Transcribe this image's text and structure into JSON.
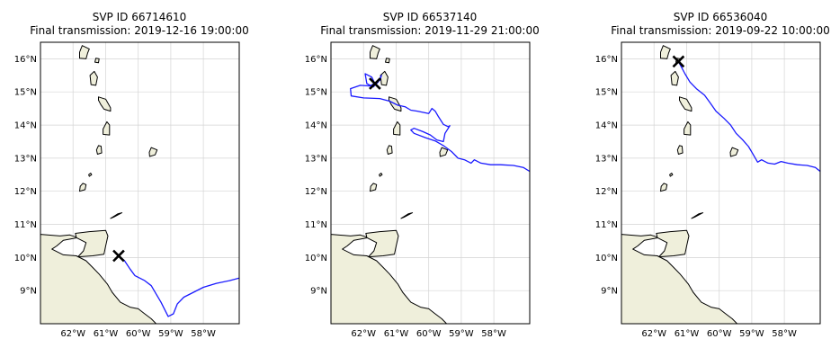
{
  "lon_range": [
    -63.0,
    -56.9
  ],
  "lat_range": [
    8.0,
    16.5
  ],
  "x_ticks": [
    {
      "lon": -62,
      "label": "62°W"
    },
    {
      "lon": -61,
      "label": "61°W"
    },
    {
      "lon": -60,
      "label": "60°W"
    },
    {
      "lon": -59,
      "label": "59°W"
    },
    {
      "lon": -58,
      "label": "58°W"
    }
  ],
  "y_ticks": [
    {
      "lat": 9,
      "label": "9°N"
    },
    {
      "lat": 10,
      "label": "10°N"
    },
    {
      "lat": 11,
      "label": "11°N"
    },
    {
      "lat": 12,
      "label": "12°N"
    },
    {
      "lat": 13,
      "label": "13°N"
    },
    {
      "lat": 14,
      "label": "14°N"
    },
    {
      "lat": 15,
      "label": "15°N"
    },
    {
      "lat": 16,
      "label": "16°N"
    }
  ],
  "colors": {
    "land": "#efefdb",
    "track": "#1a1aff",
    "grid": "#d4d4d4"
  },
  "land": [
    {
      "name": "south-america",
      "coords": [
        [
          -63.0,
          10.7
        ],
        [
          -62.4,
          10.65
        ],
        [
          -62.1,
          10.68
        ],
        [
          -61.85,
          10.6
        ],
        [
          -62.3,
          10.52
        ],
        [
          -62.5,
          10.35
        ],
        [
          -62.65,
          10.25
        ],
        [
          -62.3,
          10.08
        ],
        [
          -61.9,
          10.05
        ],
        [
          -61.6,
          9.9
        ],
        [
          -61.4,
          9.7
        ],
        [
          -61.2,
          9.5
        ],
        [
          -60.95,
          9.2
        ],
        [
          -60.8,
          8.95
        ],
        [
          -60.55,
          8.65
        ],
        [
          -60.25,
          8.5
        ],
        [
          -60.0,
          8.45
        ],
        [
          -59.8,
          8.3
        ],
        [
          -59.6,
          8.15
        ],
        [
          -59.45,
          8.0
        ],
        [
          -63.0,
          8.0
        ]
      ]
    },
    {
      "name": "trinidad",
      "coords": [
        [
          -61.93,
          10.73
        ],
        [
          -61.5,
          10.78
        ],
        [
          -61.0,
          10.82
        ],
        [
          -60.93,
          10.65
        ],
        [
          -61.0,
          10.35
        ],
        [
          -61.05,
          10.1
        ],
        [
          -61.4,
          10.05
        ],
        [
          -61.85,
          10.02
        ],
        [
          -61.68,
          10.2
        ],
        [
          -61.6,
          10.45
        ],
        [
          -61.9,
          10.6
        ]
      ]
    },
    {
      "name": "tobago",
      "coords": [
        [
          -60.85,
          11.18
        ],
        [
          -60.62,
          11.32
        ],
        [
          -60.5,
          11.35
        ],
        [
          -60.75,
          11.22
        ]
      ]
    },
    {
      "name": "grenada",
      "coords": [
        [
          -61.8,
          12.0
        ],
        [
          -61.63,
          12.05
        ],
        [
          -61.6,
          12.2
        ],
        [
          -61.7,
          12.24
        ],
        [
          -61.78,
          12.15
        ]
      ]
    },
    {
      "name": "carriacou",
      "coords": [
        [
          -61.5,
          12.45
        ],
        [
          -61.43,
          12.5
        ],
        [
          -61.46,
          12.55
        ],
        [
          -61.52,
          12.5
        ]
      ]
    },
    {
      "name": "saint-vincent",
      "coords": [
        [
          -61.25,
          13.12
        ],
        [
          -61.12,
          13.16
        ],
        [
          -61.14,
          13.36
        ],
        [
          -61.22,
          13.38
        ],
        [
          -61.28,
          13.25
        ]
      ]
    },
    {
      "name": "saint-lucia",
      "coords": [
        [
          -61.08,
          13.72
        ],
        [
          -60.88,
          13.7
        ],
        [
          -60.88,
          14.0
        ],
        [
          -60.96,
          14.1
        ],
        [
          -61.08,
          13.88
        ]
      ]
    },
    {
      "name": "martinique",
      "coords": [
        [
          -61.22,
          14.85
        ],
        [
          -61.0,
          14.78
        ],
        [
          -60.85,
          14.52
        ],
        [
          -60.85,
          14.42
        ],
        [
          -61.05,
          14.48
        ],
        [
          -61.15,
          14.62
        ],
        [
          -61.22,
          14.75
        ]
      ]
    },
    {
      "name": "dominica",
      "coords": [
        [
          -61.45,
          15.22
        ],
        [
          -61.3,
          15.2
        ],
        [
          -61.25,
          15.45
        ],
        [
          -61.35,
          15.62
        ],
        [
          -61.48,
          15.5
        ]
      ]
    },
    {
      "name": "marie-galante",
      "coords": [
        [
          -61.33,
          15.9
        ],
        [
          -61.22,
          15.88
        ],
        [
          -61.2,
          16.0
        ],
        [
          -61.3,
          16.02
        ]
      ]
    },
    {
      "name": "guadeloupe",
      "coords": [
        [
          -61.8,
          16.02
        ],
        [
          -61.6,
          16.0
        ],
        [
          -61.55,
          16.18
        ],
        [
          -61.5,
          16.3
        ],
        [
          -61.72,
          16.4
        ],
        [
          -61.8,
          16.2
        ]
      ]
    },
    {
      "name": "barbados",
      "coords": [
        [
          -59.65,
          13.05
        ],
        [
          -59.48,
          13.1
        ],
        [
          -59.42,
          13.25
        ],
        [
          -59.6,
          13.32
        ],
        [
          -59.66,
          13.18
        ]
      ]
    }
  ],
  "panels": [
    {
      "title_line1": "SVP ID 66714610",
      "title_line2": "Final transmission: 2019-12-16 19:00:00",
      "final_position": {
        "lon": -60.6,
        "lat": 10.05
      },
      "track": [
        [
          -60.6,
          10.05
        ],
        [
          -60.42,
          9.9
        ],
        [
          -60.25,
          9.65
        ],
        [
          -60.1,
          9.45
        ],
        [
          -59.8,
          9.3
        ],
        [
          -59.6,
          9.15
        ],
        [
          -59.45,
          8.9
        ],
        [
          -59.3,
          8.65
        ],
        [
          -59.2,
          8.45
        ],
        [
          -59.08,
          8.22
        ],
        [
          -58.92,
          8.3
        ],
        [
          -58.8,
          8.6
        ],
        [
          -58.6,
          8.8
        ],
        [
          -58.3,
          8.95
        ],
        [
          -58.0,
          9.1
        ],
        [
          -57.6,
          9.22
        ],
        [
          -57.2,
          9.3
        ],
        [
          -56.9,
          9.38
        ]
      ]
    },
    {
      "title_line1": "SVP ID 66537140",
      "title_line2": "Final transmission: 2019-11-29 21:00:00",
      "final_position": {
        "lon": -61.65,
        "lat": 15.25
      },
      "track": [
        [
          -61.65,
          15.25
        ],
        [
          -61.75,
          15.45
        ],
        [
          -61.95,
          15.55
        ],
        [
          -61.9,
          15.25
        ],
        [
          -61.7,
          15.15
        ],
        [
          -61.55,
          15.3
        ],
        [
          -61.45,
          15.5
        ],
        [
          -61.5,
          15.35
        ],
        [
          -61.8,
          15.18
        ],
        [
          -62.1,
          15.2
        ],
        [
          -62.4,
          15.1
        ],
        [
          -62.38,
          14.88
        ],
        [
          -62.0,
          14.82
        ],
        [
          -61.5,
          14.8
        ],
        [
          -61.2,
          14.72
        ],
        [
          -60.95,
          14.6
        ],
        [
          -60.72,
          14.55
        ],
        [
          -60.55,
          14.45
        ],
        [
          -60.35,
          14.42
        ],
        [
          -60.0,
          14.35
        ],
        [
          -59.9,
          14.5
        ],
        [
          -59.8,
          14.42
        ],
        [
          -59.7,
          14.25
        ],
        [
          -59.55,
          14.02
        ],
        [
          -59.4,
          13.95
        ],
        [
          -59.35,
          13.98
        ],
        [
          -59.5,
          13.75
        ],
        [
          -59.55,
          13.5
        ],
        [
          -59.75,
          13.55
        ],
        [
          -59.95,
          13.7
        ],
        [
          -60.18,
          13.8
        ],
        [
          -60.45,
          13.9
        ],
        [
          -60.55,
          13.85
        ],
        [
          -60.45,
          13.75
        ],
        [
          -60.1,
          13.62
        ],
        [
          -59.8,
          13.52
        ],
        [
          -59.55,
          13.38
        ],
        [
          -59.3,
          13.2
        ],
        [
          -59.1,
          13.0
        ],
        [
          -58.9,
          12.95
        ],
        [
          -58.7,
          12.85
        ],
        [
          -58.6,
          12.95
        ],
        [
          -58.4,
          12.85
        ],
        [
          -58.1,
          12.8
        ],
        [
          -57.8,
          12.8
        ],
        [
          -57.4,
          12.78
        ],
        [
          -57.1,
          12.72
        ],
        [
          -56.9,
          12.6
        ]
      ]
    },
    {
      "title_line1": "SVP ID 66536040",
      "title_line2": "Final transmission: 2019-09-22 10:00:00",
      "final_position": {
        "lon": -61.25,
        "lat": 15.92
      },
      "track": [
        [
          -61.25,
          15.92
        ],
        [
          -61.05,
          15.55
        ],
        [
          -60.9,
          15.3
        ],
        [
          -60.7,
          15.1
        ],
        [
          -60.45,
          14.9
        ],
        [
          -60.3,
          14.7
        ],
        [
          -60.1,
          14.42
        ],
        [
          -59.85,
          14.2
        ],
        [
          -59.65,
          14.0
        ],
        [
          -59.48,
          13.75
        ],
        [
          -59.28,
          13.55
        ],
        [
          -59.1,
          13.35
        ],
        [
          -58.95,
          13.1
        ],
        [
          -58.82,
          12.88
        ],
        [
          -58.7,
          12.95
        ],
        [
          -58.5,
          12.85
        ],
        [
          -58.3,
          12.82
        ],
        [
          -58.1,
          12.9
        ],
        [
          -57.9,
          12.85
        ],
        [
          -57.6,
          12.8
        ],
        [
          -57.3,
          12.78
        ],
        [
          -57.05,
          12.72
        ],
        [
          -56.9,
          12.6
        ]
      ]
    }
  ]
}
